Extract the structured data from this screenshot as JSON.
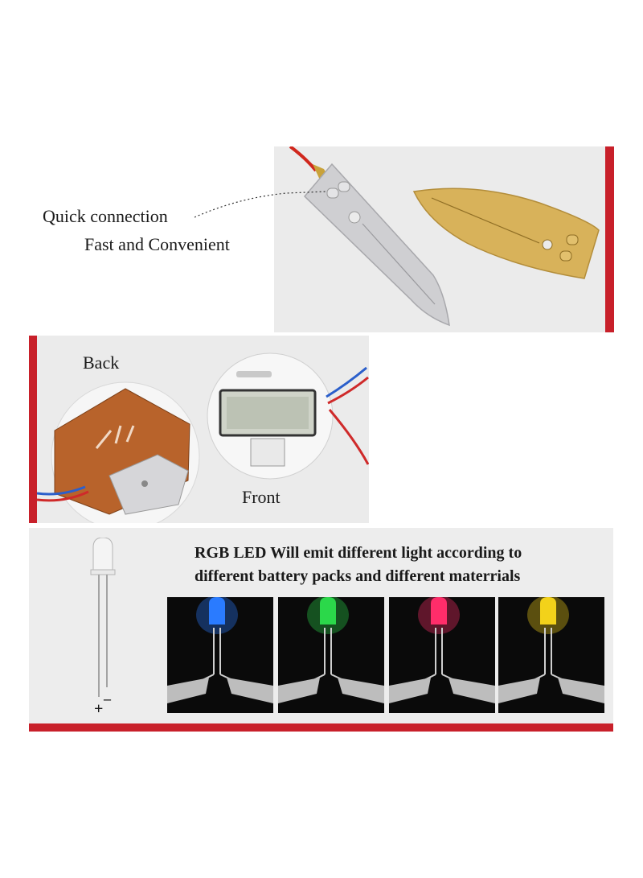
{
  "electrodes": {
    "callout_line1": "Quick connection",
    "callout_line2": "Fast and Convenient"
  },
  "module": {
    "back_label": "Back",
    "front_label": "Front"
  },
  "led": {
    "caption_line1": "RGB LED Will emit different light according to",
    "caption_line2": "different battery packs and different materrials",
    "plus_label": "+",
    "minus_label": "–",
    "photos": [
      {
        "color": "#2a7bff"
      },
      {
        "color": "#2bd84a"
      },
      {
        "color": "#ff2d6a"
      },
      {
        "color": "#f3d21a"
      }
    ]
  },
  "colors": {
    "accent_red": "#c8202a",
    "panel_gray": "#ebebeb"
  }
}
